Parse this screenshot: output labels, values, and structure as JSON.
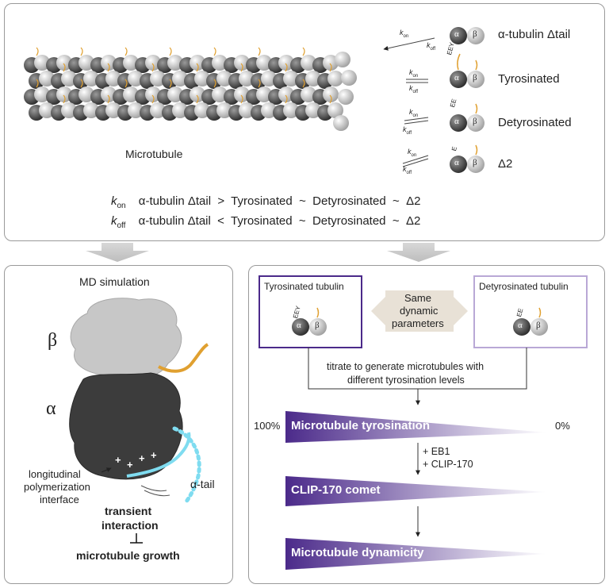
{
  "top": {
    "microtubule_label": "Microtubule",
    "rows": [
      {
        "label": "α-tubulin Δtail",
        "tail": ""
      },
      {
        "label": "Tyrosinated",
        "tail": "EEY"
      },
      {
        "label": "Detyrosinated",
        "tail": "EE"
      },
      {
        "label": "Δ2",
        "tail": "E"
      }
    ],
    "k_on": "k",
    "on_sub": "on",
    "off_sub": "off",
    "alpha": "α",
    "beta": "β",
    "summary": [
      {
        "k": "k",
        "sub": "on",
        "text": "α-tubulin Δtail  >  Tyrosinated  ~  Detyrosinated  ~  Δ2"
      },
      {
        "k": "k",
        "sub": "off",
        "text": "α-tubulin Δtail  <  Tyrosinated  ~  Detyrosinated  ~  Δ2"
      }
    ]
  },
  "left": {
    "title": "MD simulation",
    "beta": "β",
    "alpha": "α",
    "interface_label": [
      "longitudinal",
      "polymerization",
      "interface"
    ],
    "tail_label": "α-tail",
    "transient": [
      "transient",
      "interaction"
    ],
    "growth": "microtubule growth"
  },
  "right": {
    "box_left_title": "Tyrosinated tubulin",
    "box_right_title": "Detyrosinated tubulin",
    "same": [
      "Same",
      "dynamic",
      "parameters"
    ],
    "titrate": [
      "titrate to generate microtubules with",
      "different tyrosination levels"
    ],
    "pct_left": "100%",
    "pct_right": "0%",
    "wedge1": "Microtubule tyrosination",
    "additions": [
      "+ EB1",
      "+ CLIP-170"
    ],
    "wedge2": "CLIP-170 comet",
    "wedge3": "Microtubule dynamicity",
    "tail_left": "EEY",
    "tail_right": "EE"
  },
  "colors": {
    "purple": "#4b2a8a",
    "purple_light": "#b9a8d6",
    "orange": "#e0a030",
    "cyan": "#7fdcf0"
  }
}
